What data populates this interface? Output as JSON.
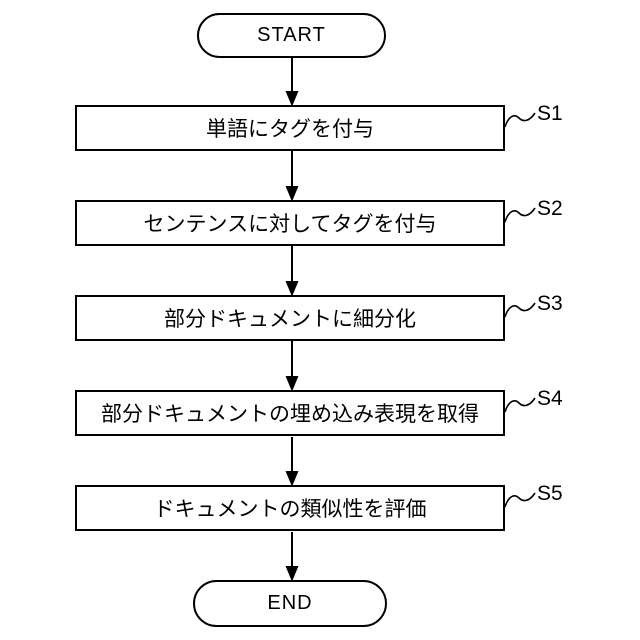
{
  "diagram": {
    "title": "document similarity evaluation flowchart",
    "start_label": "START",
    "end_label": "END",
    "steps": [
      {
        "id": "S1",
        "text": "単語にタグを付与"
      },
      {
        "id": "S2",
        "text": "センテンスに対してタグを付与"
      },
      {
        "id": "S3",
        "text": "部分ドキュメントに細分化"
      },
      {
        "id": "S4",
        "text": "部分ドキュメントの埋め込み表現を取得"
      },
      {
        "id": "S5",
        "text": "ドキュメントの類似性を評価"
      }
    ],
    "colors": {
      "line": "#000000",
      "background": "#ffffff"
    }
  }
}
